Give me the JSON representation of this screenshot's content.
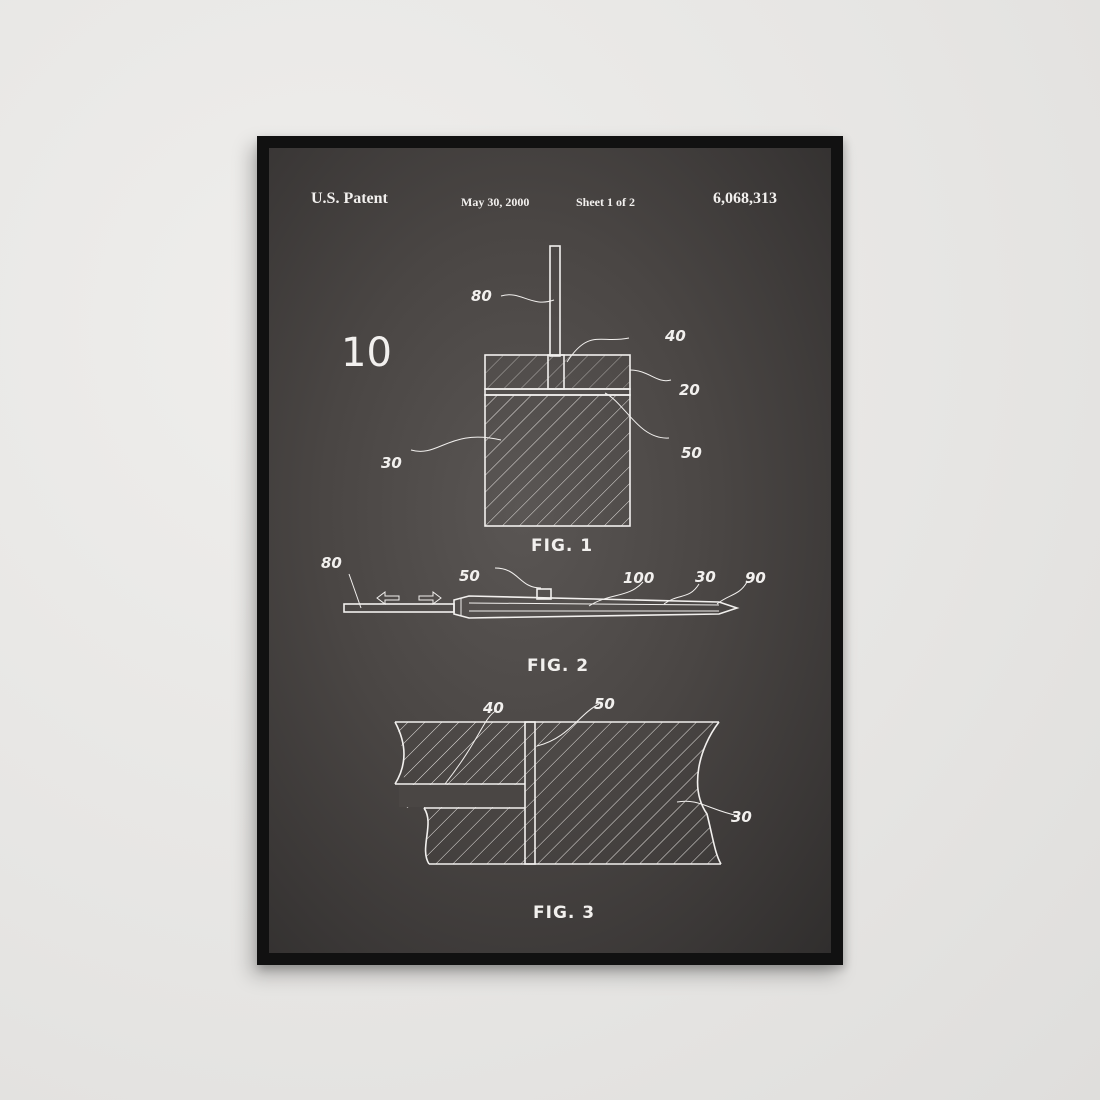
{
  "header": {
    "left": "U.S. Patent",
    "date": "May 30, 2000",
    "sheet": "Sheet 1 of 2",
    "number": "6,068,313"
  },
  "drawing": {
    "ref_main": "10",
    "fig1": {
      "caption": "FIG. 1",
      "labels": {
        "a": "80",
        "b": "40",
        "c": "20",
        "d": "50",
        "e": "30"
      }
    },
    "fig2": {
      "caption": "FIG. 2",
      "labels": {
        "a": "80",
        "b": "50",
        "c": "100",
        "d": "30",
        "e": "90"
      }
    },
    "fig3": {
      "caption": "FIG. 3",
      "labels": {
        "a": "40",
        "b": "50",
        "c": "30"
      }
    }
  },
  "colors": {
    "board": "#4a4644",
    "frame": "#111111",
    "ink": "#f2f0ee",
    "wall": "#e8e7e5"
  }
}
